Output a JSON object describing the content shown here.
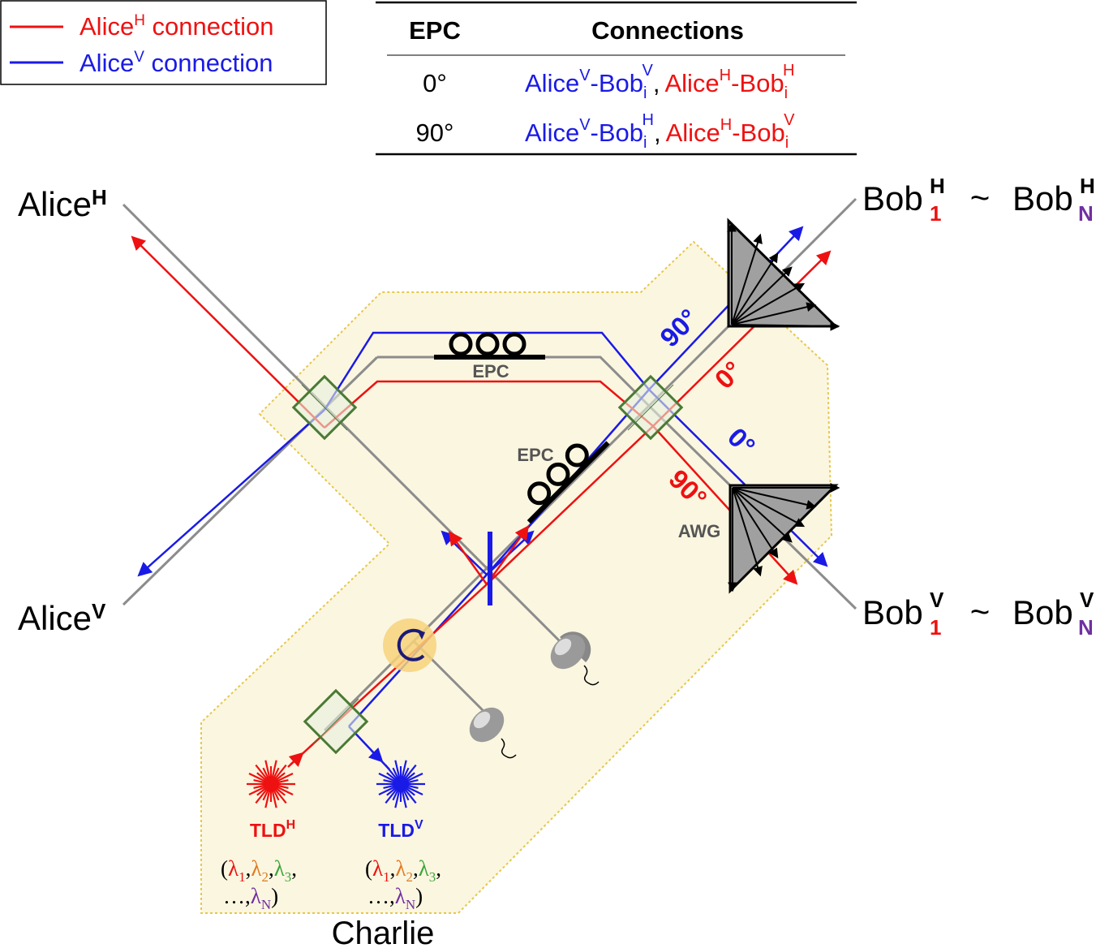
{
  "legend": {
    "h_prefix": "Alice",
    "h_sup": "H",
    "h_suffix": " connection",
    "v_prefix": "Alice",
    "v_sup": "V",
    "v_suffix": " connection"
  },
  "table": {
    "head_epc": "EPC",
    "head_conn": "Connections",
    "rows": [
      {
        "epc": "0°",
        "a1": "Alice",
        "a1s": "V",
        "b1": "-Bob",
        "b1sub": "i",
        "b1sup": "V",
        "sep": ",",
        "a2": "Alice",
        "a2s": "H",
        "b2": "-Bob",
        "b2sub": "i",
        "b2sup": "H"
      },
      {
        "epc": "90°",
        "a1": "Alice",
        "a1s": "V",
        "b1": "-Bob",
        "b1sub": "i",
        "b1sup": "H",
        "sep": ",",
        "a2": "Alice",
        "a2s": "H",
        "b2": "-Bob",
        "b2sub": "i",
        "b2sup": "V"
      }
    ]
  },
  "labels": {
    "alice_h": "Alice",
    "alice_h_sup": "H",
    "alice_v": "Alice",
    "alice_v_sup": "V",
    "bob": "Bob",
    "tilde": "~",
    "bob_h_sup": "H",
    "bob_v_sup": "V",
    "sub_first": "1",
    "sub_last": "N",
    "epc_top": "EPC",
    "epc_mid": "EPC",
    "awg": "AWG",
    "angle_90_blue": "90°",
    "angle_0_red": "0°",
    "angle_0_blue": "0°",
    "angle_90_red": "90°",
    "tld": "TLD",
    "tld_h_sup": "H",
    "tld_v_sup": "V",
    "charlie": "Charlie",
    "lambda": "λ",
    "l1": "1",
    "l2": "2",
    "l3": "3",
    "lN": "N",
    "open_paren": "(",
    "close_paren": ")",
    "comma": ",",
    "ellipsis": "…,"
  },
  "colors": {
    "red": "#ee1111",
    "blue": "#1a1ae6",
    "gray": "#8c8c8c",
    "green": "#4a7a35",
    "purple": "#7030a0",
    "orange": "#e07b20",
    "lgreen": "#3aa53a",
    "charlie_fill": "#fbf6e0",
    "charlie_border": "#e6c84a"
  }
}
